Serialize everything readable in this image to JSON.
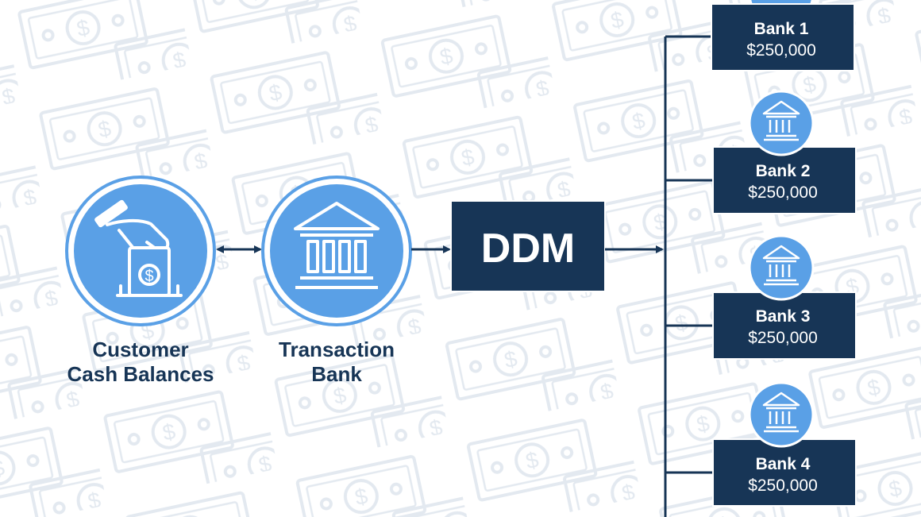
{
  "nodes": {
    "customer": {
      "line1": "Customer",
      "line2": "Cash Balances",
      "icon": "hand-deposit-cash-icon"
    },
    "transaction_bank": {
      "line1": "Transaction",
      "line2": "Bank",
      "icon": "bank-building-icon"
    },
    "ddm": {
      "label": "DDM"
    }
  },
  "banks": [
    {
      "name": "Bank 1",
      "amount": "$250,000"
    },
    {
      "name": "Bank 2",
      "amount": "$250,000"
    },
    {
      "name": "Bank 3",
      "amount": "$250,000"
    },
    {
      "name": "Bank 4",
      "amount": "$250,000"
    }
  ],
  "colors": {
    "navy": "#173556",
    "blue": "#5aa0e6",
    "pattern": "#e8edf3"
  }
}
